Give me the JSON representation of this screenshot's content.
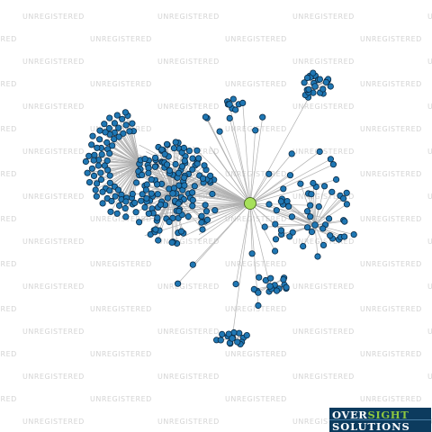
{
  "watermark": {
    "text": "UNREGISTERED"
  },
  "logo": {
    "word1": "OVER",
    "word2": "SIGHT",
    "word3": "SOLUTIONS"
  },
  "colors": {
    "background": "#ffffff",
    "edge": "#b0b0b0",
    "node_fill": "#1f77b4",
    "node_stroke": "#0b2a44",
    "center_fill": "#a6e05a",
    "center_stroke": "#3a5a10",
    "watermark": "#d4d4d4",
    "logo_bg": "#0c3b5e",
    "logo_accent": "#8dc63f"
  },
  "graph": {
    "center_node": "focus-entity",
    "hubs": [
      {
        "id": "hub-north-east",
        "leaves": 24
      },
      {
        "id": "hub-fan-west",
        "leaves": 70
      },
      {
        "id": "hub-dense-west",
        "leaves": 140
      },
      {
        "id": "hub-east",
        "leaves": 40
      },
      {
        "id": "hub-south-east",
        "leaves": 16
      },
      {
        "id": "hub-south",
        "leaves": 16
      },
      {
        "id": "hub-north",
        "leaves": 6
      }
    ]
  }
}
